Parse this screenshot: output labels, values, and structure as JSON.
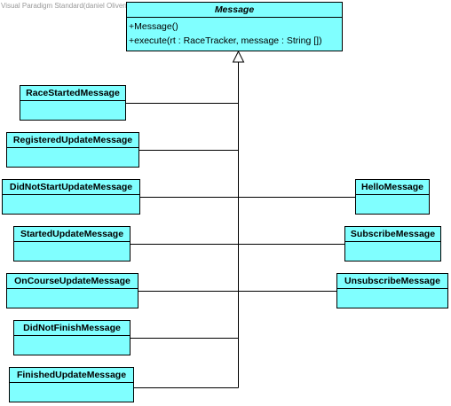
{
  "watermark": "Visual Paradigm Standard(daniel Olivens(Utah State University))",
  "base_class": {
    "name": "Message",
    "operations": [
      "+Message()",
      "+execute(rt : RaceTracker, message : String [])"
    ]
  },
  "left_subclasses": [
    "RaceStartedMessage",
    "RegisteredUpdateMessage",
    "DidNotStartUpdateMessage",
    "StartedUpdateMessage",
    "OnCourseUpdateMessage",
    "DidNotFinishMessage",
    "FinishedUpdateMessage"
  ],
  "right_subclasses": [
    "HelloMessage",
    "SubscribeMessage",
    "UnsubscribeMessage"
  ],
  "colors": {
    "class_fill": "#80ffff",
    "line": "#000000"
  }
}
